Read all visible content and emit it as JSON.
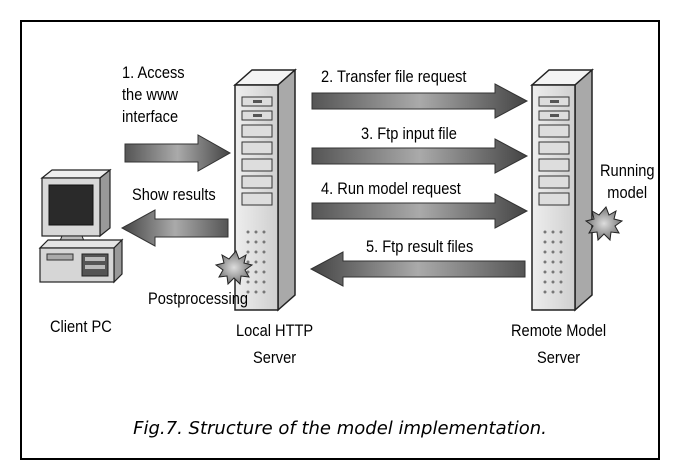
{
  "arrows": {
    "access": "1. Access\nthe www\ninterface",
    "transfer": "2. Transfer file request",
    "ftp_input": "3. Ftp input file",
    "run_model": "4. Run model request",
    "ftp_result": "5. Ftp result files",
    "show_results": "Show results"
  },
  "nodes": {
    "client": "Client PC",
    "local": "Local HTTP\nServer",
    "remote": "Remote Model\nServer",
    "postprocessing": "Postprocessing",
    "running": "Running\nmodel"
  },
  "caption": "Fig.7. Structure of the model implementation."
}
